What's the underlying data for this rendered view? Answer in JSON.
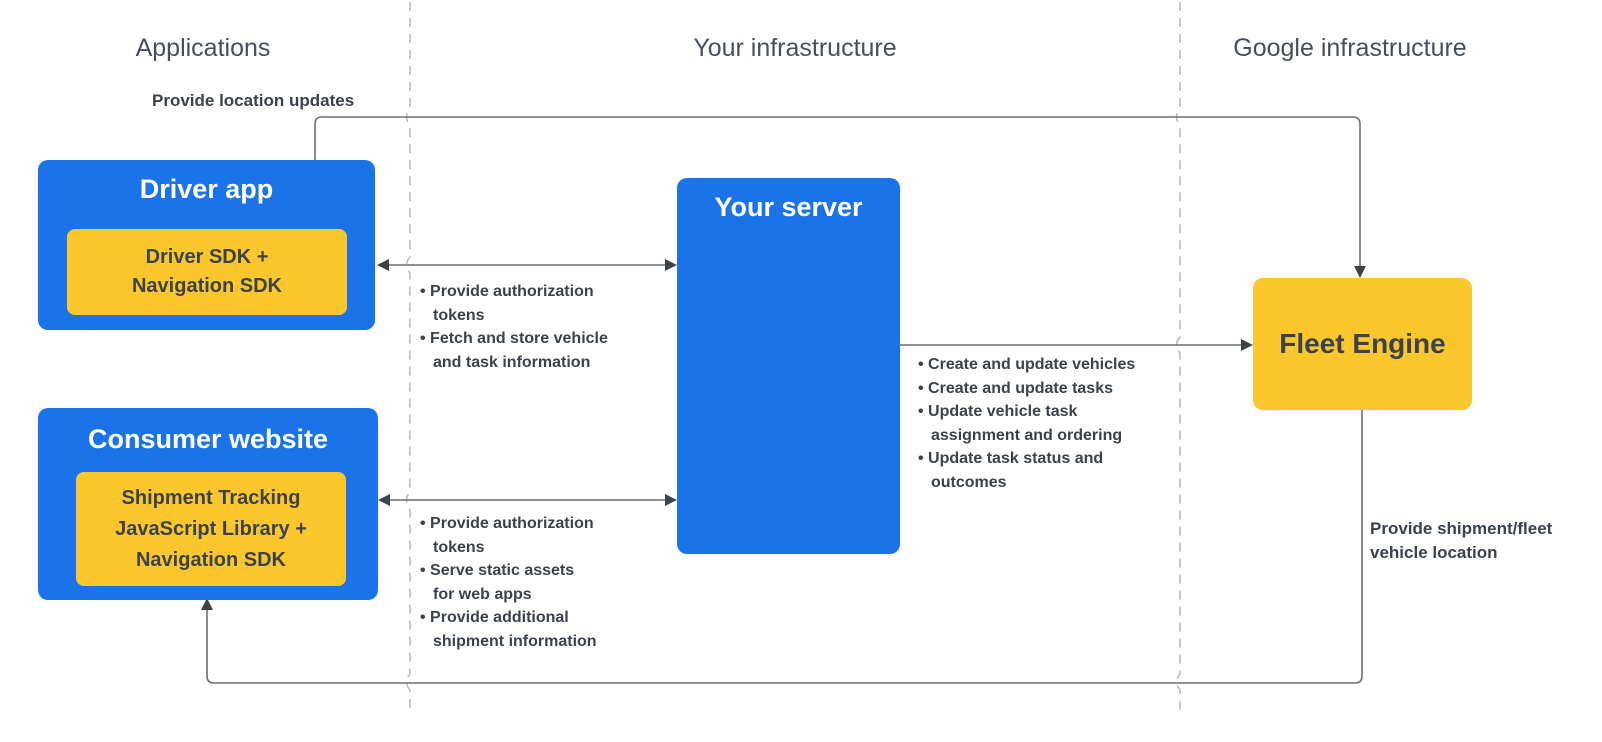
{
  "headers": {
    "applications": "Applications",
    "your_infrastructure": "Your infrastructure",
    "google_infrastructure": "Google infrastructure"
  },
  "boxes": {
    "driver_app": {
      "title": "Driver app",
      "sdk_lines": [
        "Driver SDK +",
        "Navigation SDK"
      ]
    },
    "consumer_website": {
      "title": "Consumer website",
      "sdk_lines": [
        "Shipment Tracking",
        "JavaScript Library +",
        "Navigation SDK"
      ]
    },
    "your_server": {
      "title": "Your server"
    },
    "fleet_engine": {
      "title": "Fleet Engine"
    }
  },
  "edge_labels": {
    "location_updates": "Provide location updates",
    "driver_server": [
      "• Provide authorization",
      "tokens",
      "• Fetch and store vehicle",
      "and task information"
    ],
    "consumer_server": [
      "• Provide authorization",
      "tokens",
      "• Serve static assets",
      "for web apps",
      "• Provide additional",
      "shipment information"
    ],
    "server_fleet": [
      "• Create and update vehicles",
      "• Create and update tasks",
      "• Update vehicle task",
      "assignment and ordering",
      "• Update task status and",
      "outcomes"
    ],
    "shipment_location": [
      "Provide shipment/fleet",
      "vehicle location"
    ]
  },
  "colors": {
    "blue": "#1a73e8",
    "yellow": "#fcc72c",
    "box_text": "#3b4249",
    "header_text": "#47505a",
    "line": "#6b6e71",
    "arrowhead": "#3e4347",
    "dashed": "#b9bcbe"
  }
}
